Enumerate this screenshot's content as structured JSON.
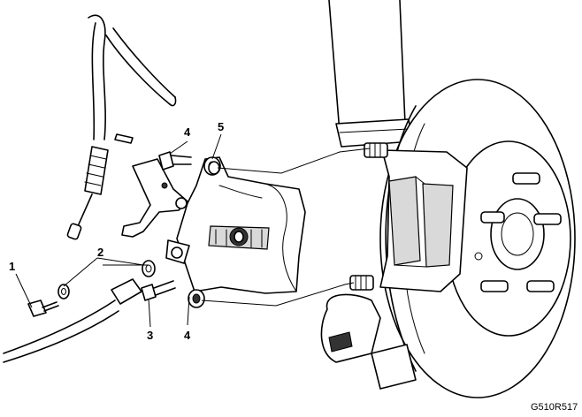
{
  "diagram": {
    "callouts": [
      {
        "id": "1",
        "label": "1"
      },
      {
        "id": "2",
        "label": "2"
      },
      {
        "id": "3",
        "label": "3"
      },
      {
        "id": "4a",
        "label": "4"
      },
      {
        "id": "4b",
        "label": "4"
      },
      {
        "id": "5",
        "label": "5"
      }
    ],
    "figure_id": "G510R517"
  }
}
